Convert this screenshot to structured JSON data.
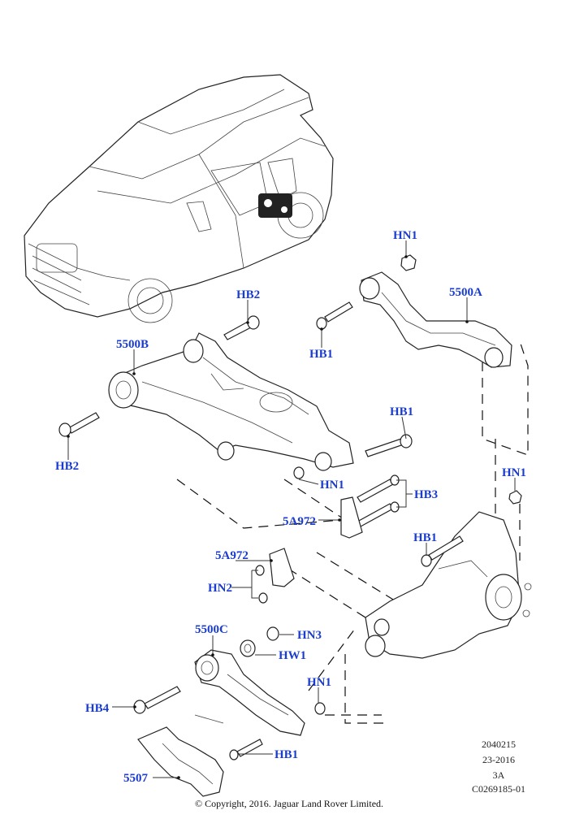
{
  "callouts": {
    "hn1_top": "HN1",
    "p5500a": "5500A",
    "hb2_top": "HB2",
    "hb1_top": "HB1",
    "p5500b": "5500B",
    "hb1_mid": "HB1",
    "hb2_left": "HB2",
    "hn1_mid": "HN1",
    "hb3": "HB3",
    "p5a972_a": "5A972",
    "hn1_right": "HN1",
    "hb1_right": "HB1",
    "p5a972_b": "5A972",
    "hn2": "HN2",
    "p5500c": "5500C",
    "hn3": "HN3",
    "hw1": "HW1",
    "hn1_low": "HN1",
    "hb4": "HB4",
    "hb1_low": "HB1",
    "p5507": "5507"
  },
  "meta": {
    "line1": "2040215",
    "line2": "23-2016",
    "line3": "3A",
    "line4": "C0269185-01"
  },
  "copyright": "© Copyright, 2016. Jaguar Land Rover Limited."
}
